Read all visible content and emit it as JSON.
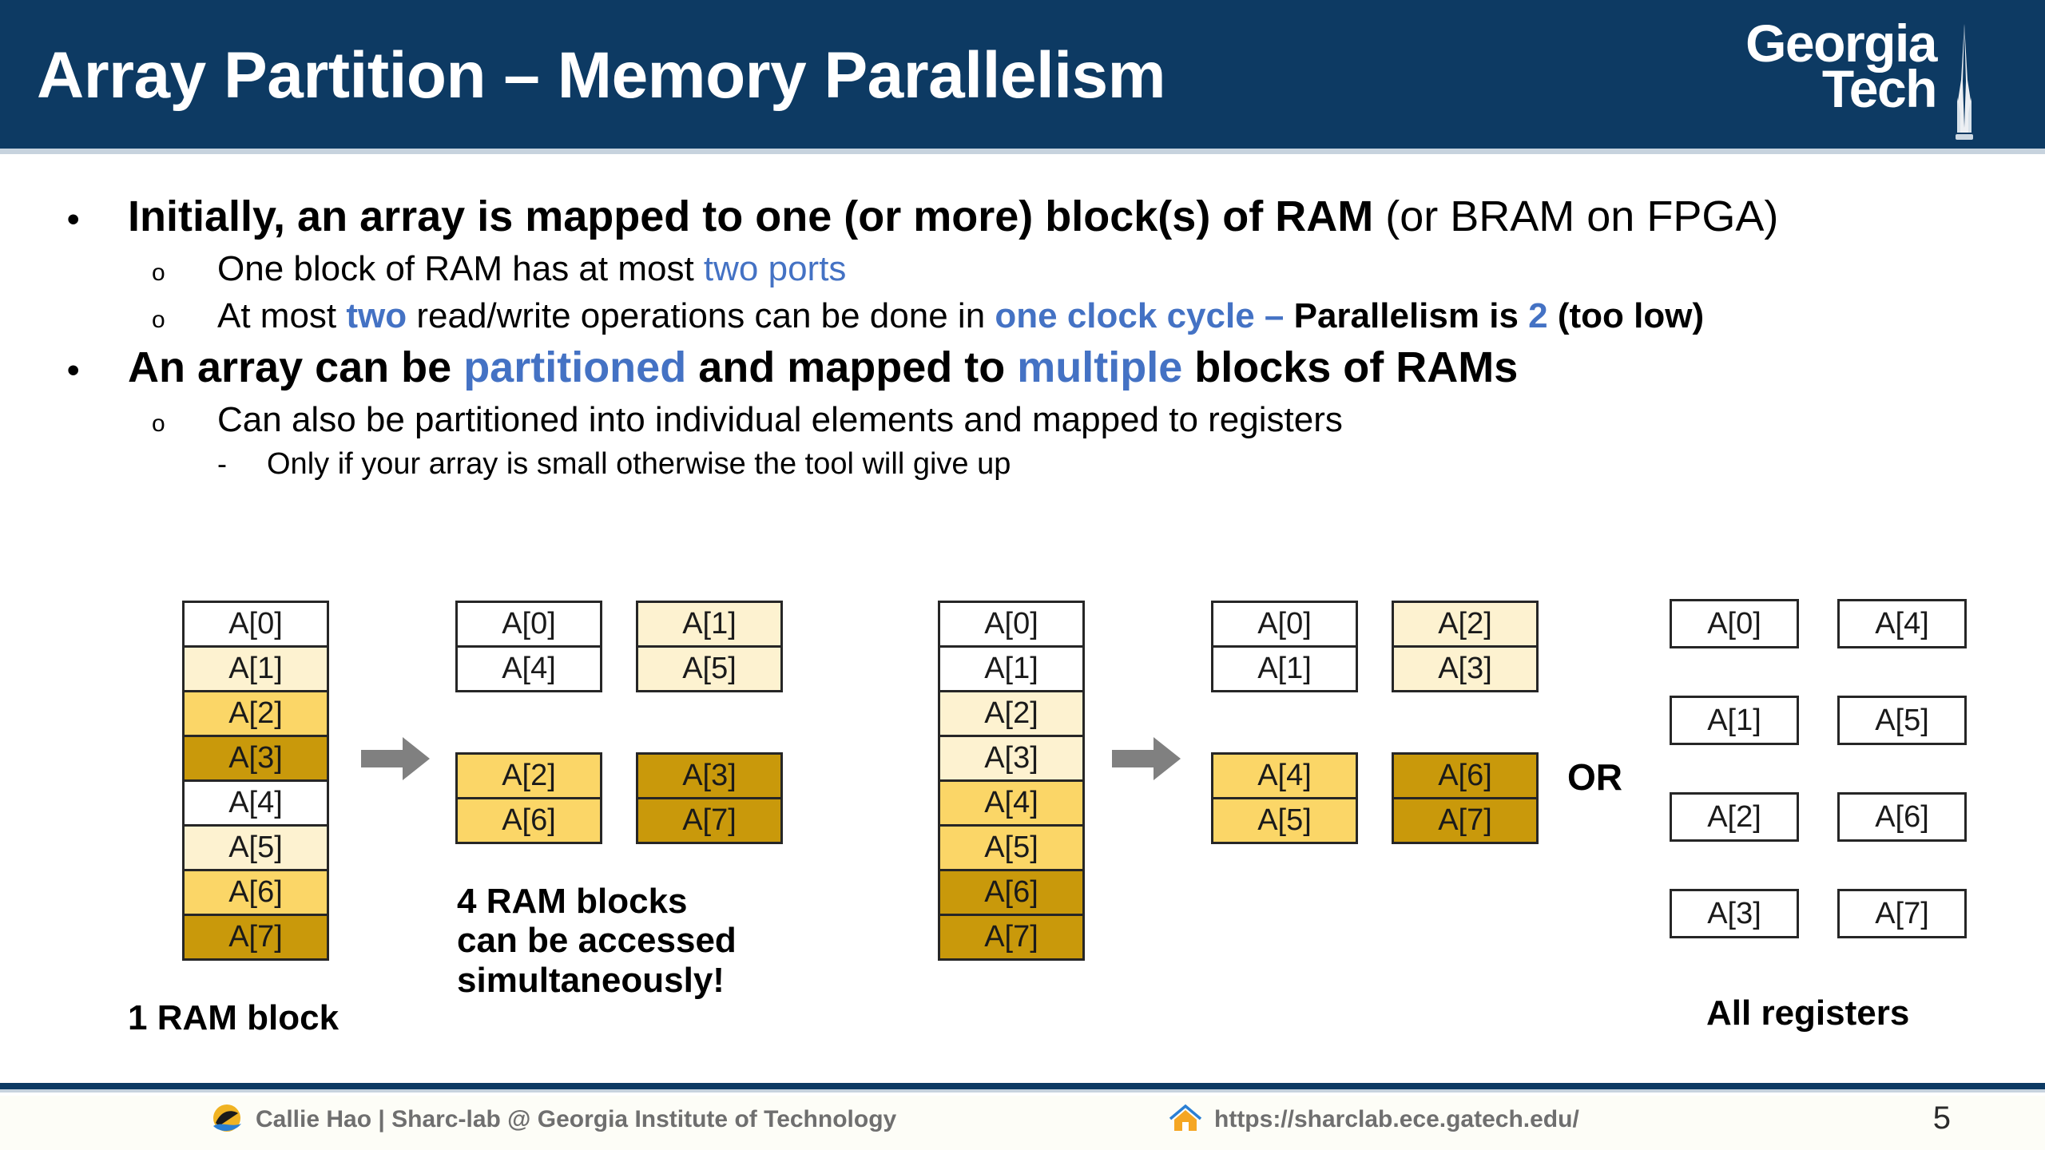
{
  "header": {
    "title": "Array Partition – Memory Parallelism",
    "logo_line1": "Georgia",
    "logo_line2": "Tech",
    "logo_icon": "gt-tower-icon",
    "bg_color": "#0d3a63"
  },
  "accent_color": "#4472c4",
  "bullets": [
    {
      "level": 1,
      "marker": "•",
      "runs": [
        {
          "text": "Initially, an array is mapped to one (or more) block(s) of RAM",
          "bold": true,
          "color": "#000000"
        },
        {
          "text": " (or BRAM on FPGA)",
          "bold": false,
          "color": "#000000"
        }
      ]
    },
    {
      "level": 2,
      "marker": "o",
      "runs": [
        {
          "text": "One block of RAM has at most ",
          "bold": false,
          "color": "#000000"
        },
        {
          "text": "two ports",
          "bold": false,
          "color": "#4472c4"
        }
      ]
    },
    {
      "level": 2,
      "marker": "o",
      "runs": [
        {
          "text": "At most ",
          "bold": false,
          "color": "#000000"
        },
        {
          "text": "two",
          "bold": true,
          "color": "#4472c4"
        },
        {
          "text": " read/write operations can be done in ",
          "bold": false,
          "color": "#000000"
        },
        {
          "text": "one clock cycle –",
          "bold": true,
          "color": "#4472c4"
        },
        {
          "text": " Parallelism is ",
          "bold": true,
          "color": "#000000"
        },
        {
          "text": "2",
          "bold": true,
          "color": "#4472c4"
        },
        {
          "text": " (too low)",
          "bold": true,
          "color": "#000000"
        }
      ]
    },
    {
      "level": 1,
      "marker": "•",
      "runs": [
        {
          "text": "An array can be ",
          "bold": true,
          "color": "#000000"
        },
        {
          "text": "partitioned",
          "bold": true,
          "color": "#4472c4"
        },
        {
          "text": " and mapped to ",
          "bold": true,
          "color": "#000000"
        },
        {
          "text": "multiple",
          "bold": true,
          "color": "#4472c4"
        },
        {
          "text": " blocks of RAMs",
          "bold": true,
          "color": "#000000"
        }
      ]
    },
    {
      "level": 2,
      "marker": "o",
      "runs": [
        {
          "text": "Can also be partitioned into individual elements and mapped to registers",
          "bold": false,
          "color": "#000000"
        }
      ]
    },
    {
      "level": 3,
      "marker": "-",
      "runs": [
        {
          "text": "Only if your array is small otherwise the tool will give up",
          "bold": false,
          "color": "#000000"
        }
      ]
    }
  ],
  "palette": {
    "white": "#ffffff",
    "cream": "#fdf2d0",
    "gold": "#fbd667",
    "dark_gold": "#c9990b",
    "border": "#262626",
    "arrow": "#808080"
  },
  "diagram": {
    "arrow_icon": "right-arrow-icon",
    "cyclic": {
      "source_label": "1 RAM block",
      "source_cells": [
        {
          "label": "A[0]",
          "fill": "#ffffff"
        },
        {
          "label": "A[1]",
          "fill": "#fdf2d0"
        },
        {
          "label": "A[2]",
          "fill": "#fbd667"
        },
        {
          "label": "A[3]",
          "fill": "#c9990b"
        },
        {
          "label": "A[4]",
          "fill": "#ffffff"
        },
        {
          "label": "A[5]",
          "fill": "#fdf2d0"
        },
        {
          "label": "A[6]",
          "fill": "#fbd667"
        },
        {
          "label": "A[7]",
          "fill": "#c9990b"
        }
      ],
      "result_label": "4 RAM blocks\ncan be accessed\nsimultaneously!",
      "blocks": [
        {
          "fill": "#ffffff",
          "cells": [
            "A[0]",
            "A[4]"
          ]
        },
        {
          "fill": "#fdf2d0",
          "cells": [
            "A[1]",
            "A[5]"
          ]
        },
        {
          "fill": "#fbd667",
          "cells": [
            "A[2]",
            "A[6]"
          ]
        },
        {
          "fill": "#c9990b",
          "cells": [
            "A[3]",
            "A[7]"
          ]
        }
      ]
    },
    "block": {
      "source_cells": [
        {
          "label": "A[0]",
          "fill": "#ffffff"
        },
        {
          "label": "A[1]",
          "fill": "#ffffff"
        },
        {
          "label": "A[2]",
          "fill": "#fdf2d0"
        },
        {
          "label": "A[3]",
          "fill": "#fdf2d0"
        },
        {
          "label": "A[4]",
          "fill": "#fbd667"
        },
        {
          "label": "A[5]",
          "fill": "#fbd667"
        },
        {
          "label": "A[6]",
          "fill": "#c9990b"
        },
        {
          "label": "A[7]",
          "fill": "#c9990b"
        }
      ],
      "blocks": [
        {
          "fill": "#ffffff",
          "cells": [
            "A[0]",
            "A[1]"
          ]
        },
        {
          "fill": "#fdf2d0",
          "cells": [
            "A[2]",
            "A[3]"
          ]
        },
        {
          "fill": "#fbd667",
          "cells": [
            "A[4]",
            "A[5]"
          ]
        },
        {
          "fill": "#c9990b",
          "cells": [
            "A[6]",
            "A[7]"
          ]
        }
      ]
    },
    "or_label": "OR",
    "registers": {
      "label": "All registers",
      "column_left": [
        "A[0]",
        "A[1]",
        "A[2]",
        "A[3]"
      ],
      "column_right": [
        "A[4]",
        "A[5]",
        "A[6]",
        "A[7]"
      ]
    }
  },
  "footer": {
    "author_icon": "sharclab-logo-icon",
    "author": "Callie Hao | Sharc-lab @ Georgia Institute of Technology",
    "home_icon": "home-icon",
    "url": "https://sharclab.ece.gatech.edu/",
    "page_number": "5"
  }
}
